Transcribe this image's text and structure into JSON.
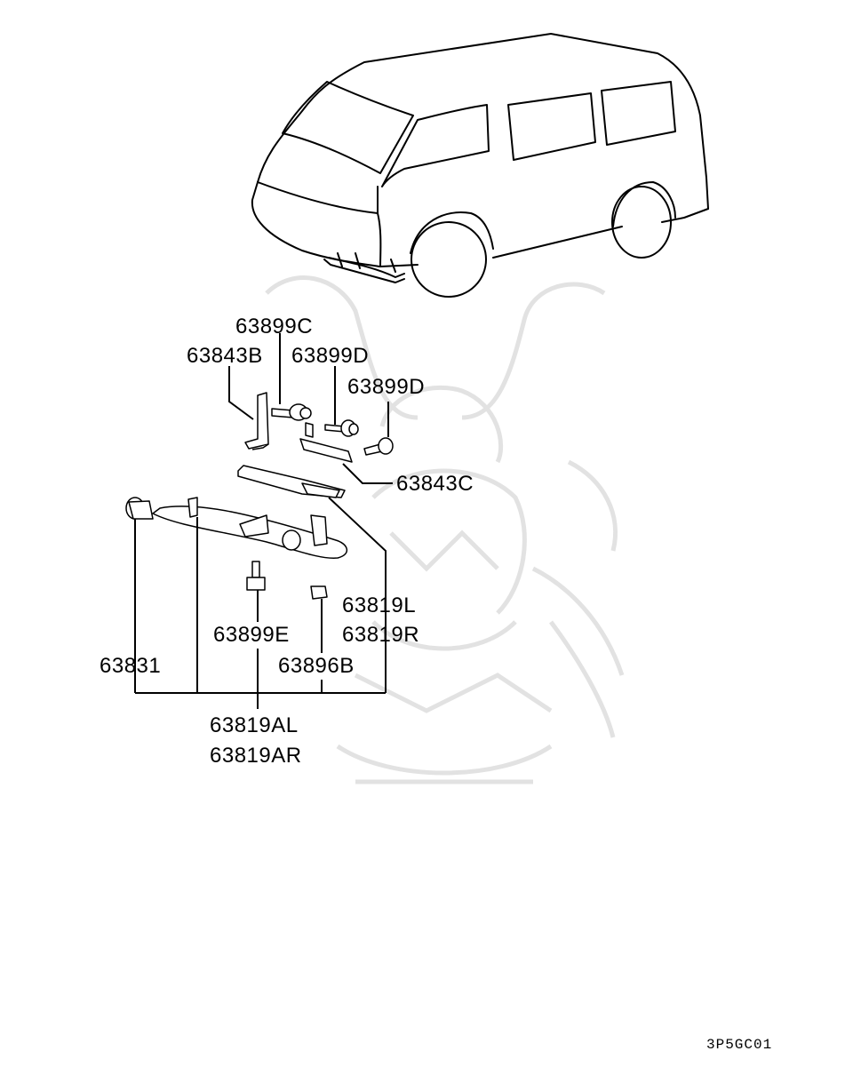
{
  "diagram": {
    "part_numbers": {
      "p63899C": "63899C",
      "p63843B": "63843B",
      "p63899D_a": "63899D",
      "p63899D_b": "63899D",
      "p63843C": "63843C",
      "p63819L": "63819L",
      "p63819R": "63819R",
      "p63899E": "63899E",
      "p63831": "63831",
      "p63896B": "63896B",
      "p63819AL": "63819AL",
      "p63819AR": "63819AR"
    },
    "figure_code": "3P5GC01"
  }
}
